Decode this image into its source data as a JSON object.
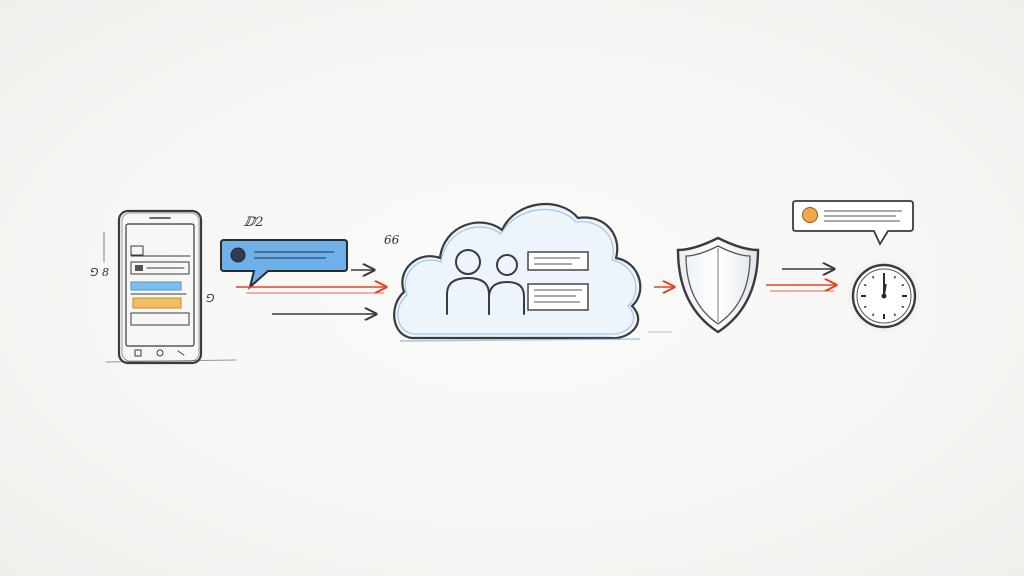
{
  "labels": {
    "scribble_near_phone_top": "ⅅ2",
    "scribble_near_phone_left": "⅁ 8",
    "scribble_near_phone_right": "⅁",
    "scribble_near_cloud": "66"
  },
  "colors": {
    "background": "#f6f6f4",
    "ink": "#3b3b3b",
    "accent_blue": "#6fb0e8",
    "accent_red": "#e0452b",
    "accent_orange": "#f0b04a",
    "cloud_fill": "#eef4fb"
  },
  "icons": [
    "smartphone-icon",
    "chat-bubble-icon",
    "cloud-icon",
    "users-icon",
    "shield-icon",
    "notification-bubble-icon",
    "clock-icon"
  ]
}
